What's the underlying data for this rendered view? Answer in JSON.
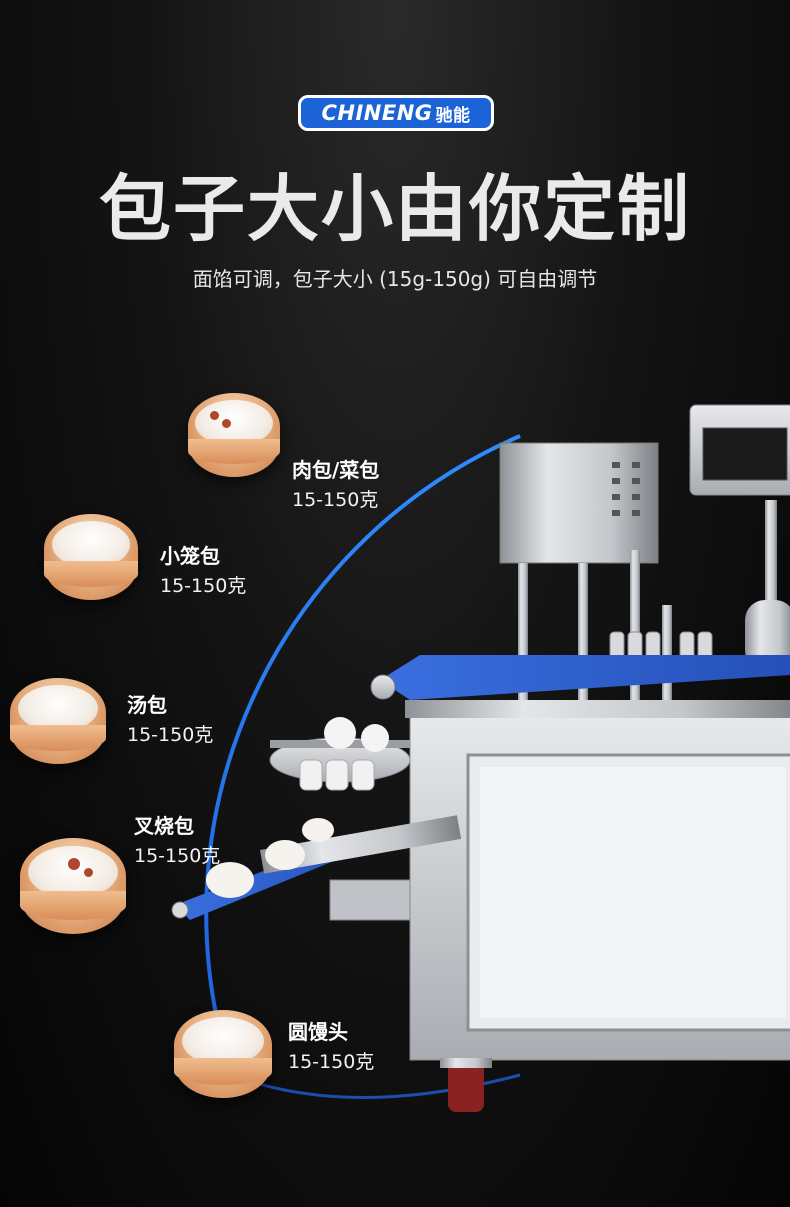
{
  "brand": {
    "logo_latin": "CHINENG",
    "logo_cn": "驰能"
  },
  "heading": {
    "title": "包子大小由你定制",
    "subtitle": "面馅可调，包子大小 (15g-150g) 可自由调节"
  },
  "products": [
    {
      "name": "肉包/菜包",
      "weight": "15-150克",
      "icon": "meat-vegetable-bun-steamer-icon"
    },
    {
      "name": "小笼包",
      "weight": "15-150克",
      "icon": "xiaolongbao-steamer-icon"
    },
    {
      "name": "汤包",
      "weight": "15-150克",
      "icon": "soup-dumpling-steamer-icon"
    },
    {
      "name": "叉烧包",
      "weight": "15-150克",
      "icon": "char-siu-bun-steamer-icon"
    },
    {
      "name": "圆馒头",
      "weight": "15-150克",
      "icon": "round-mantou-steamer-icon"
    }
  ],
  "colors": {
    "accent_blue": "#1d63d8",
    "arc_blue": "#2f8cff",
    "conveyor_blue": "#2d5fd0",
    "steel": "#c9ccd0"
  }
}
